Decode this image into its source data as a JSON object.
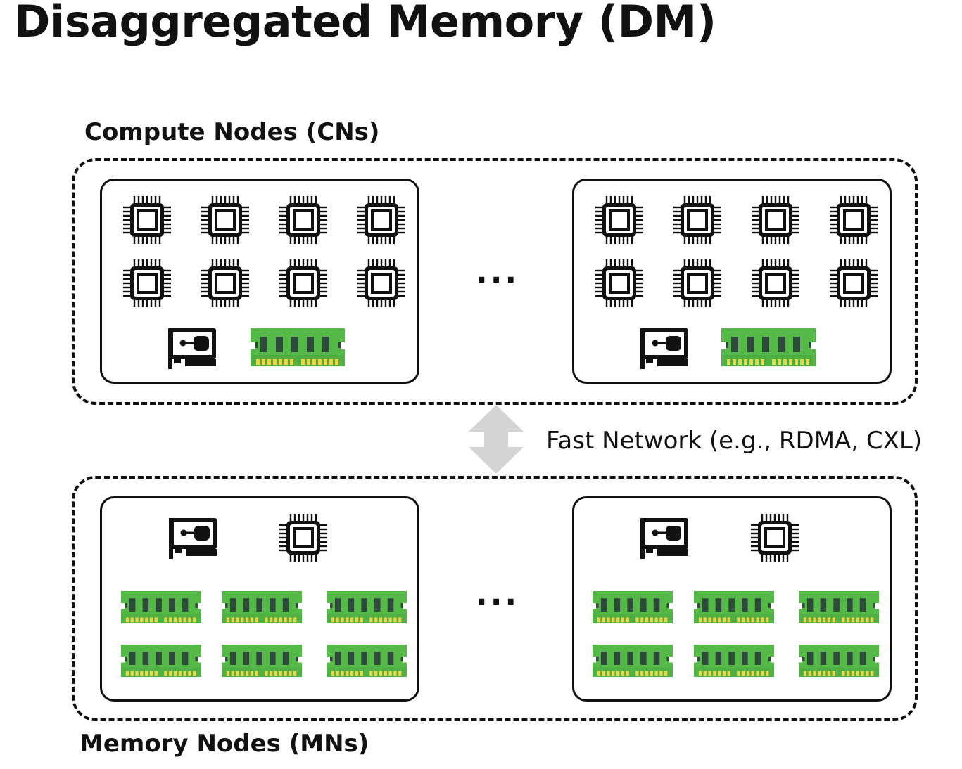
{
  "title": "Disaggregated Memory (DM)",
  "compute_group": {
    "label": "Compute Nodes (CNs)",
    "ellipsis": "...",
    "nodes": [
      {
        "icons": [
          "cpu-icon",
          "cpu-icon",
          "cpu-icon",
          "cpu-icon",
          "cpu-icon",
          "cpu-icon",
          "cpu-icon",
          "cpu-icon",
          "nic-icon",
          "memory-module-icon"
        ]
      },
      {
        "icons": [
          "cpu-icon",
          "cpu-icon",
          "cpu-icon",
          "cpu-icon",
          "cpu-icon",
          "cpu-icon",
          "cpu-icon",
          "cpu-icon",
          "nic-icon",
          "memory-module-icon"
        ]
      }
    ]
  },
  "network": {
    "label": "Fast Network (e.g., RDMA, CXL)",
    "arrow_icon": "double-arrow-icon"
  },
  "memory_group": {
    "label": "Memory Nodes (MNs)",
    "ellipsis": "...",
    "nodes": [
      {
        "icons": [
          "nic-icon",
          "cpu-icon",
          "memory-module-icon",
          "memory-module-icon",
          "memory-module-icon",
          "memory-module-icon",
          "memory-module-icon",
          "memory-module-icon"
        ]
      },
      {
        "icons": [
          "nic-icon",
          "cpu-icon",
          "memory-module-icon",
          "memory-module-icon",
          "memory-module-icon",
          "memory-module-icon",
          "memory-module-icon",
          "memory-module-icon"
        ]
      }
    ]
  },
  "colors": {
    "memory_green": "#55b947",
    "memory_chip": "#2e4a3a",
    "memory_pins": "#e8d84a",
    "arrow_gray": "#d4d4d4"
  }
}
